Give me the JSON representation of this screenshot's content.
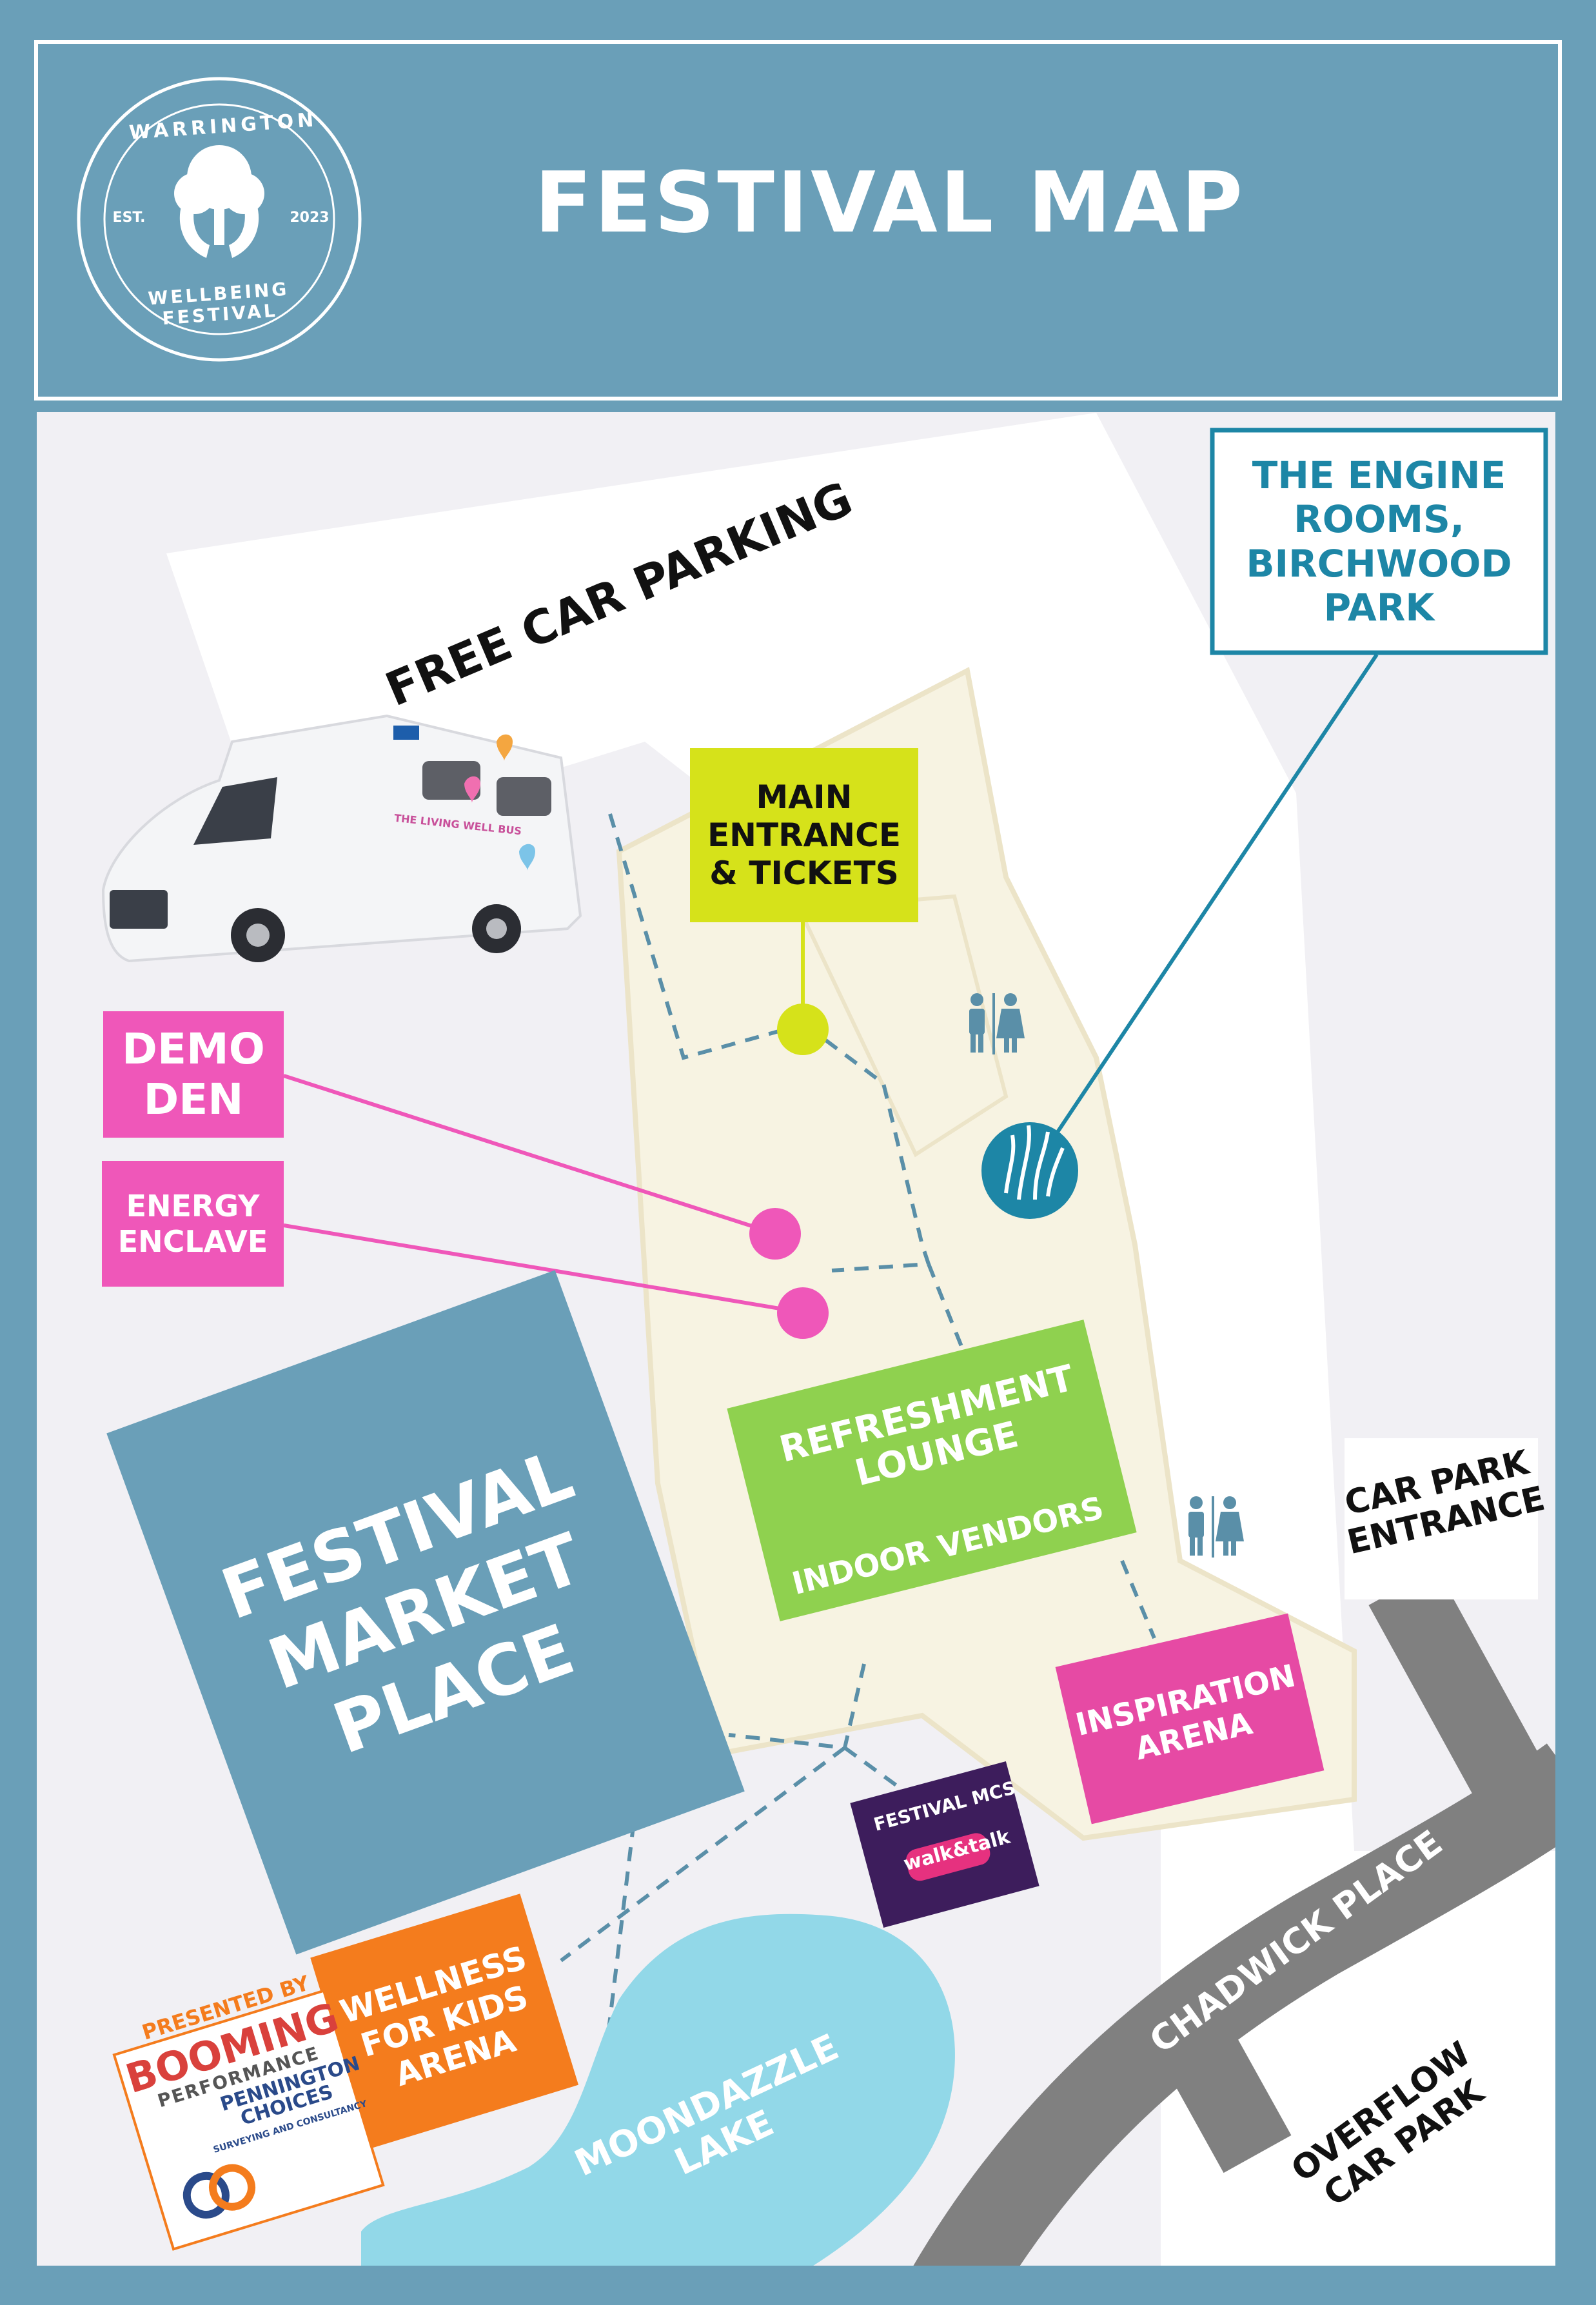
{
  "header": {
    "title": "FESTIVAL MAP",
    "logo": {
      "top_text": "WARRINGTON",
      "bottom_text": "WELLBEING FESTIVAL",
      "est_label": "EST.",
      "year": "2023"
    }
  },
  "areas": {
    "car_parking": "FREE CAR PARKING",
    "engine_rooms": "THE ENGINE\nROOMS,\nBIRCHWOOD\nPARK",
    "main_entrance": "MAIN\nENTRANCE\n& TICKETS",
    "demo_den": "DEMO\nDEN",
    "energy_enclave": "ENERGY\nENCLAVE",
    "market_place": "FESTIVAL\nMARKET\nPLACE",
    "refreshment_lounge": "REFRESHMENT\nLOUNGE",
    "indoor_vendors": "INDOOR VENDORS",
    "inspiration_arena": "INSPIRATION\nARENA",
    "car_park_entrance": "CAR PARK\nENTRANCE",
    "festival_mcs": "FESTIVAL MCS",
    "podcast_logo_text": "walk&talk",
    "wellness_kids": "WELLNESS\nFOR KIDS\nARENA",
    "chadwick_place": "CHADWICK PLACE",
    "overflow_car_park": "OVERFLOW\nCAR PARK",
    "lake": "MOONDAZZLE\nLAKE"
  },
  "bus": {
    "title": "THE LIVING WELL BUS"
  },
  "sponsor": {
    "presented_by": "PRESENTED BY",
    "booming": "BOOMING",
    "performance": "PERFORMANCE",
    "pennington": "PENNINGTON",
    "choices": "CHOICES",
    "consultancy": "SURVEYING AND CONSULTANCY"
  },
  "icons": [
    "toilet-icon",
    "engine-rooms-logo-icon",
    "tree-logo-icon",
    "bus-image"
  ],
  "colors": {
    "frame_blue": "#6a9fb8",
    "teal": "#1d86a6",
    "yellow": "#d6e21a",
    "pink": "#ef57b9",
    "green": "#8fd14f",
    "orange": "#f47c1d",
    "magenta": "#e64aa4",
    "purple": "#3d1d5c",
    "lake": "#92d8e8",
    "road": "#808080",
    "building": "#f7f3e2"
  }
}
